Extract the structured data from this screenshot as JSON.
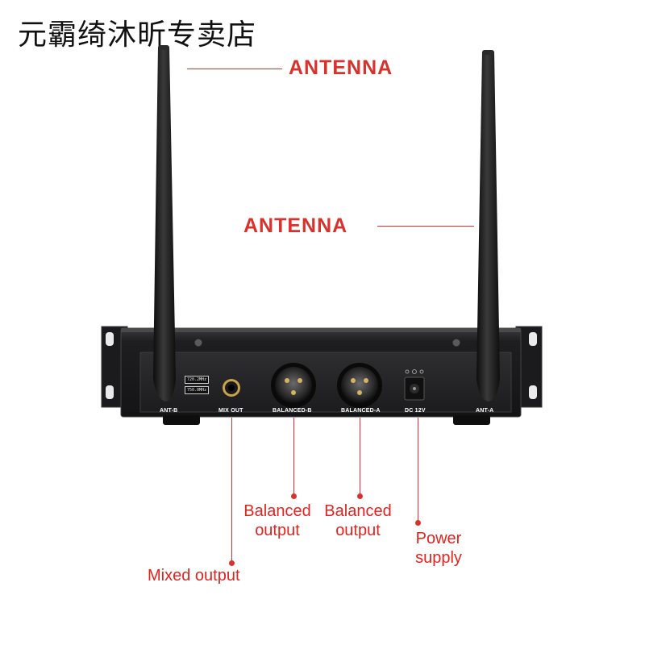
{
  "store_title": "元霸绮沐昕专卖店",
  "callouts": {
    "antenna_left": "ANTENNA",
    "antenna_right": "ANTENNA",
    "balanced_b": [
      "Balanced",
      "output"
    ],
    "balanced_a": [
      "Balanced",
      "output"
    ],
    "mixed_output": "Mixed output",
    "power_supply": [
      "Power",
      "supply"
    ]
  },
  "panel": {
    "port_labels": {
      "ant_b": "ANT-B",
      "mix_out": "MIX OUT",
      "balanced_b": "BALANCED-B",
      "balanced_a": "BALANCED-A",
      "dc_12v": "DC 12V",
      "ant_a": "ANT-A"
    },
    "freq_tags": [
      "720.2MHz",
      "750.0MHz"
    ]
  },
  "colors": {
    "callout_red": "#d8322c",
    "device_body": "#1c1c1e",
    "panel_face": "#2a2a2c"
  }
}
